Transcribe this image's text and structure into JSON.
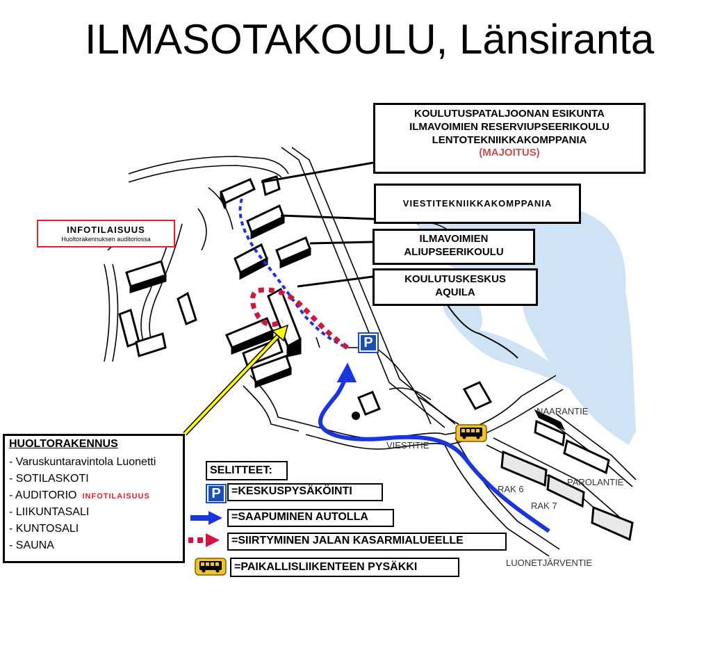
{
  "title": "ILMASOTAKOULU, Länsiranta",
  "callouts": {
    "hq": {
      "line1": "KOULUTUSPATALJOONAN ESIKUNTA",
      "line2": "ILMAVOIMIEN RESERVIUPSEERIKOULU",
      "line3": "LENTOTEKNIIKKAKOMPPANIA",
      "line4": "(MAJOITUS)"
    },
    "viesti": "VIESTITEKNIIKKAKOMPPANIA",
    "aliup": {
      "line1": "ILMAVOIMIEN",
      "line2": "ALIUPSEERIKOULU"
    },
    "aquila": {
      "line1": "KOULUTUSKESKUS",
      "line2": "AQUILA"
    },
    "info": {
      "title": "INFOTILAISUUS",
      "subtitle": "Huoltorakennuksen auditoriossa"
    }
  },
  "huolto": {
    "heading": "HUOLTORAKENNUS",
    "items": [
      "- Varuskuntaravintola Luonetti",
      "- SOTILASKOTI",
      "- AUDITORIO",
      "- LIIKUNTASALI",
      "- KUNTOSALI",
      "- SAUNA"
    ],
    "auditorio_note": "INFOTILAISUUS"
  },
  "legend": {
    "title": "SELITTEET:",
    "parking": "=KESKUSPYSÄKÖINTI",
    "car": "=SAAPUMINEN AUTOLLA",
    "walk": "=SIIRTYMINEN JALAN KASARMIALUEELLE",
    "bus": "=PAIKALLISLIIKENTEEN PYSÄKKI"
  },
  "parking_symbol": "P",
  "roads": {
    "viestitie": "VIESTITIE",
    "naarantie": "NAARANTIE",
    "parolantie": "PAROLANTIE",
    "luonetjarventie": "LUONETJÄRVENTIE",
    "rak6": "RAK 6",
    "rak7": "RAK 7"
  },
  "colors": {
    "water": "#cfe3f5",
    "car_route": "#1a35e0",
    "walk_route": "#d0163e",
    "walk_route_blue": "#1a35e0",
    "parking": "#1b4fb8",
    "bus": "#f1c232",
    "info_border": "#e0202a",
    "majoitus": "#c0504d",
    "pointer_arrow": "#ffff00"
  }
}
